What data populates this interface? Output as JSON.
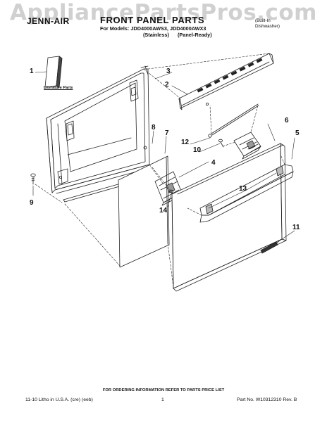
{
  "header": {
    "watermark": "AppliancePartsPros.com",
    "brand": "JENN-AIR",
    "title": "FRONT PANEL PARTS",
    "models": "For Models: JDD4000AWS3, JDD4000AWX3",
    "variant_stainless": "(Stainless)",
    "variant_panel_ready": "(Panel-Ready)",
    "product_type_line1": "(Built-In",
    "product_type_line2": "Dishwasher)"
  },
  "diagram": {
    "literature_label": "Literature Parts",
    "callouts": [
      "1",
      "2",
      "3",
      "4",
      "5",
      "6",
      "7",
      "8",
      "9",
      "10",
      "11",
      "12",
      "13",
      "14"
    ]
  },
  "footer": {
    "note": "FOR ORDERING INFORMATION REFER TO PARTS PRICE LIST",
    "printed": "11-10 Litho in U.S.A. (cre) (eeb)",
    "page": "1",
    "part_no": "Part No. W10312310 Rev. B"
  },
  "colors": {
    "line": "#222222",
    "watermark": "#8c8c8c"
  }
}
